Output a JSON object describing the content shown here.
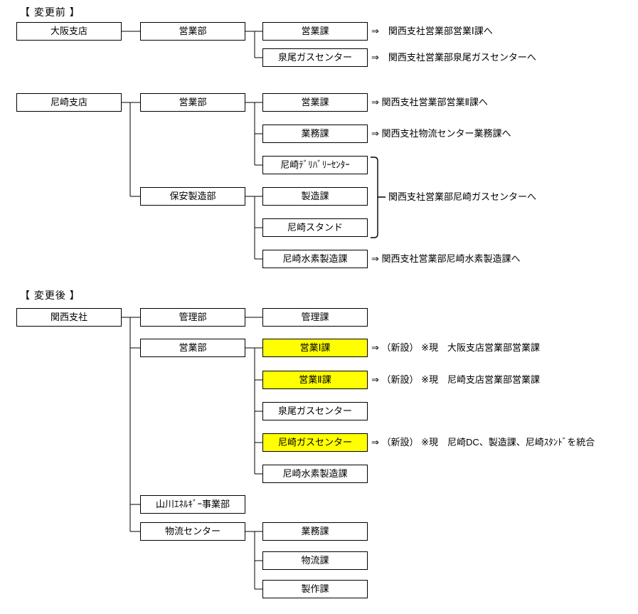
{
  "colors": {
    "highlight": "#ffff00",
    "line": "#000000",
    "background": "#ffffff"
  },
  "before": {
    "label": "【 変更前 】",
    "osaka": {
      "branch": "大阪支店",
      "sales_dept": "営業部",
      "sales_sec": "営業課",
      "sales_note": "⇒　関西支社営業部営業Ⅰ課へ",
      "izuo_center": "泉尾ガスセンター",
      "izuo_note": "⇒　関西支社営業部泉尾ガスセンターへ"
    },
    "amagasaki": {
      "branch": "尼崎支店",
      "sales_dept": "営業部",
      "sales_sec": "営業課",
      "sales_note": "⇒ 関西支社営業部営業Ⅱ課へ",
      "gyomu_sec": "業務課",
      "gyomu_note": "⇒ 関西支社物流センター業務課へ",
      "delivery_center": "尼崎ﾃﾞﾘﾊﾞﾘｰｾﾝﾀｰ",
      "hoan_dept": "保安製造部",
      "seizo_sec": "製造課",
      "stand": "尼崎スタンド",
      "group_note": "関西支社営業部尼崎ガスセンターへ",
      "suiso_sec": "尼崎水素製造課",
      "suiso_note": "⇒ 関西支社営業部尼崎水素製造課へ"
    }
  },
  "after": {
    "label": "【 変更後 】",
    "head_office": "関西支社",
    "kanri_dept": "管理部",
    "kanri_sec": "管理課",
    "sales_dept": "営業部",
    "sales1_sec": "営業Ⅰ課",
    "sales1_note": "⇒ （新設） ※現　大阪支店営業部営業課",
    "sales2_sec": "営業Ⅱ課",
    "sales2_note": "⇒ （新設） ※現　尼崎支店営業部営業課",
    "izuo_center": "泉尾ガスセンター",
    "ama_gas_center": "尼崎ガスセンター",
    "ama_gas_note": "⇒ （新設） ※現　尼崎DC、製造課、尼崎ｽﾀﾝﾄﾞを統合",
    "suiso_sec": "尼崎水素製造課",
    "yamakawa_dept": "山川ｴﾈﾙｷﾞｰ事業部",
    "logistics_center": "物流センター",
    "gyomu_sec": "業務課",
    "butsuryu_sec": "物流課",
    "seisaku_sec": "製作課"
  }
}
